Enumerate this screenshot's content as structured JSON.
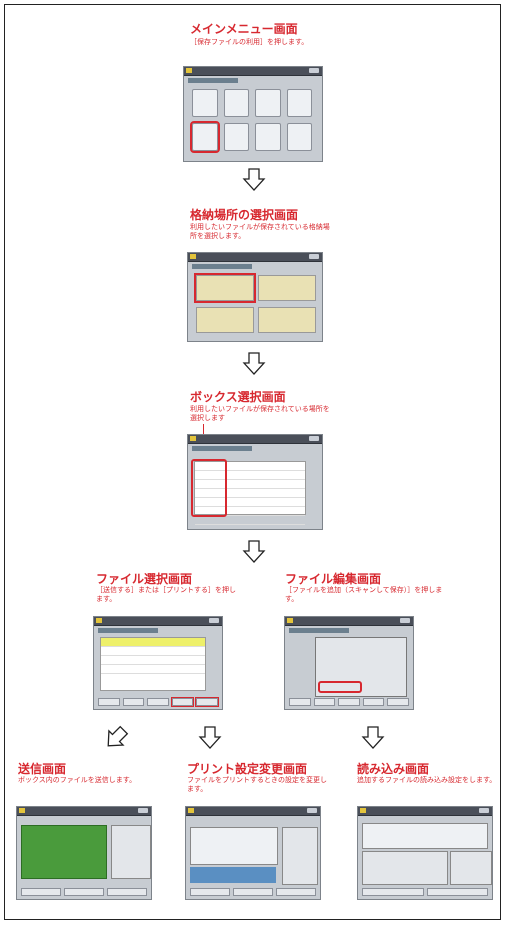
{
  "steps": [
    {
      "title": "メインメニュー画面",
      "desc": "［保存ファイルの利用］を押します。"
    },
    {
      "title": "格納場所の選択画面",
      "desc": "利用したいファイルが保存されている格納場所を選択します。"
    },
    {
      "title": "ボックス選択画面",
      "desc": "利用したいファイルが保存されている場所を選択します"
    },
    {
      "title": "ファイル選択画面",
      "desc": "［送信する］または［プリントする］を押します。"
    },
    {
      "title": "ファイル編集画面",
      "desc": "［ファイルを追加（スキャンして保存）］を押します。"
    },
    {
      "title": "送信画面",
      "desc": "ボックス内のファイルを送信します。"
    },
    {
      "title": "プリント設定変更画面",
      "desc": "ファイルをプリントするときの設定を変更します。"
    },
    {
      "title": "読み込み画面",
      "desc": "追加するファイルの読み込み設定をします。"
    }
  ],
  "colors": {
    "accent": "#d7282f",
    "screen_bg": "#c7ccd2",
    "titlebar": "#4a4f59"
  }
}
